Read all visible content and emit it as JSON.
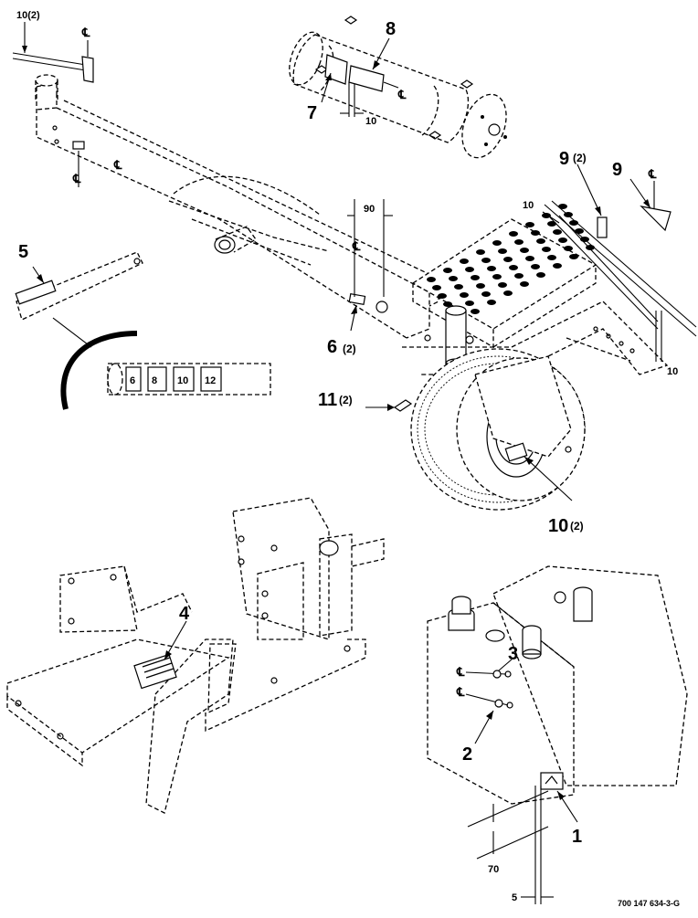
{
  "footer": {
    "drawing_number": "700 147 634-3-G"
  },
  "callouts": {
    "c1": "1",
    "c2": "2",
    "c3": "3",
    "c4": "4",
    "c5": "5",
    "c6": "6",
    "c6q": "(2)",
    "c7": "7",
    "c8": "8",
    "c9a": "9",
    "c9aq": "(2)",
    "c9b": "9",
    "c10": "10",
    "c10q": "(2)",
    "c11": "11",
    "c11q": "(2)",
    "c10top": "10(2)"
  },
  "dimensions": {
    "d10_cylinder": "10",
    "d90": "90",
    "d10_step_left": "10",
    "d10_step_right": "10",
    "d70": "70",
    "d5": "5"
  },
  "centerline_symbol": "℄",
  "strip_inset": {
    "marks": [
      "6",
      "8",
      "10",
      "12"
    ]
  }
}
